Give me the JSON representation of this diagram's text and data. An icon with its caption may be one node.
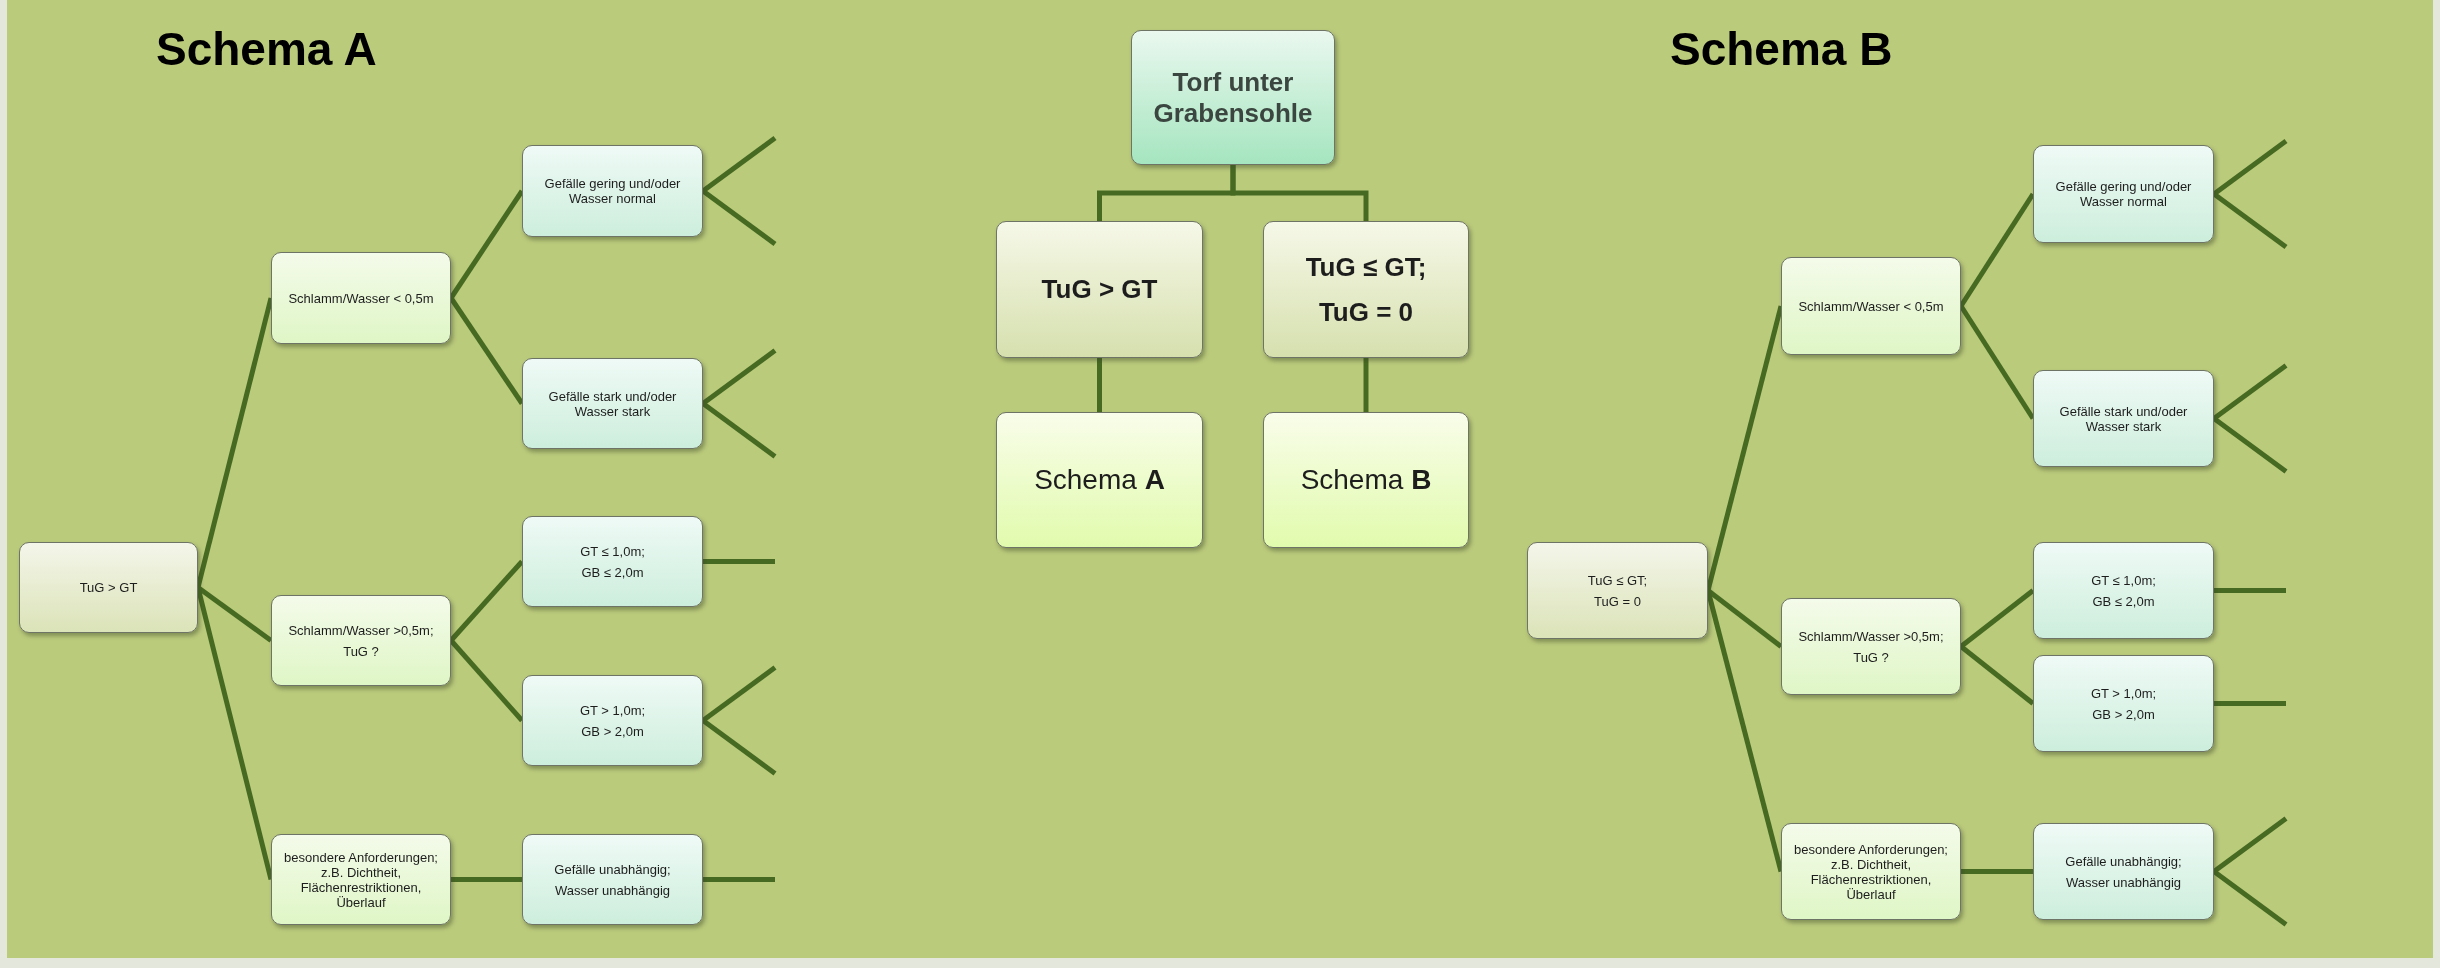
{
  "diagram": {
    "nodes": [
      {
        "text": [
          "TuG > GT"
        ]
      },
      {
        "text": [
          "Schlamm/Wasser < 0,5m"
        ]
      },
      {
        "text": [
          "Gefälle gering und/oder Wasser normal"
        ]
      },
      {
        "text": [
          "Gefälle stark und/oder Wasser stark"
        ]
      },
      {
        "text": [
          "Schlamm/Wasser >0,5m;",
          "TuG ?"
        ]
      },
      {
        "text": [
          "GT ≤ 1,0m;",
          "GB ≤ 2,0m"
        ]
      },
      {
        "text": [
          "GT > 1,0m;",
          "GB > 2,0m"
        ]
      },
      {
        "text": [
          "besondere Anforderungen; z.B. Dichtheit, Flächenrestriktionen, Überlauf"
        ]
      },
      {
        "text": [
          "Gefälle unabhängig;",
          "Wasser unabhängig"
        ]
      },
      {
        "text": [
          "Torf unter Grabensohle"
        ]
      },
      {
        "text": [
          "TuG > GT"
        ]
      },
      {
        "text": [
          "TuG ≤ GT;",
          "TuG = 0"
        ]
      },
      {
        "text": [
          "Schema **A**"
        ]
      },
      {
        "text": [
          "Schema **B**"
        ]
      },
      {
        "text": [
          "TuG ≤ GT;",
          "TuG = 0"
        ]
      },
      {
        "text": [
          "Schlamm/Wasser < 0,5m"
        ]
      },
      {
        "text": [
          "Gefälle gering und/oder Wasser normal"
        ]
      },
      {
        "text": [
          "Gefälle stark und/oder Wasser stark"
        ]
      },
      {
        "text": [
          "Schlamm/Wasser >0,5m;",
          "TuG ?"
        ]
      },
      {
        "text": [
          "GT ≤ 1,0m;",
          "GB ≤ 2,0m"
        ]
      },
      {
        "text": [
          "GT > 1,0m;",
          "GB > 2,0m"
        ]
      },
      {
        "text": [
          "besondere Anforderungen; z.B. Dichtheit, Flächenrestriktionen, Überlauf"
        ]
      },
      {
        "text": [
          "Gefälle unabhängig;",
          "Wasser unabhängig"
        ]
      }
    ],
    "edges": [
      {
        "from": 0,
        "to": 1,
        "arrow": "none"
      },
      {
        "from": 0,
        "to": 4,
        "arrow": "none"
      },
      {
        "from": 0,
        "to": 7,
        "arrow": "none"
      },
      {
        "from": 1,
        "to": 2,
        "arrow": "none"
      },
      {
        "from": 1,
        "to": 3,
        "arrow": "none"
      },
      {
        "from": 4,
        "to": 5,
        "arrow": "none"
      },
      {
        "from": 4,
        "to": 6,
        "arrow": "none"
      },
      {
        "from": 7,
        "to": 8,
        "arrow": "none"
      },
      {
        "from": 2,
        "to": null,
        "arrow": "none"
      },
      {
        "from": 2,
        "to": null,
        "arrow": "none"
      },
      {
        "from": 3,
        "to": null,
        "arrow": "none"
      },
      {
        "from": 3,
        "to": null,
        "arrow": "none"
      },
      {
        "from": 5,
        "to": null,
        "arrow": "none"
      },
      {
        "from": 6,
        "to": null,
        "arrow": "none"
      },
      {
        "from": 6,
        "to": null,
        "arrow": "none"
      },
      {
        "from": 8,
        "to": null,
        "arrow": "none"
      },
      {
        "from": 9,
        "to": 10,
        "arrow": "none"
      },
      {
        "from": 9,
        "to": 11,
        "arrow": "none"
      },
      {
        "from": 10,
        "to": 12,
        "arrow": "none"
      },
      {
        "from": 11,
        "to": 13,
        "arrow": "none"
      },
      {
        "from": 14,
        "to": 15,
        "arrow": "none"
      },
      {
        "from": 14,
        "to": 18,
        "arrow": "none"
      },
      {
        "from": 14,
        "to": 21,
        "arrow": "none"
      },
      {
        "from": 15,
        "to": 16,
        "arrow": "none"
      },
      {
        "from": 15,
        "to": 17,
        "arrow": "none"
      },
      {
        "from": 18,
        "to": 19,
        "arrow": "none"
      },
      {
        "from": 18,
        "to": 20,
        "arrow": "none"
      },
      {
        "from": 21,
        "to": 22,
        "arrow": "none"
      },
      {
        "from": 16,
        "to": null,
        "arrow": "none"
      },
      {
        "from": 16,
        "to": null,
        "arrow": "none"
      },
      {
        "from": 17,
        "to": null,
        "arrow": "none"
      },
      {
        "from": 17,
        "to": null,
        "arrow": "none"
      },
      {
        "from": 19,
        "to": null,
        "arrow": "none"
      },
      {
        "from": 20,
        "to": null,
        "arrow": "none"
      },
      {
        "from": 22,
        "to": null,
        "arrow": "none"
      },
      {
        "from": 22,
        "to": null,
        "arrow": "none"
      }
    ],
    "labels": [
      "Schema A",
      "Schema B"
    ]
  }
}
